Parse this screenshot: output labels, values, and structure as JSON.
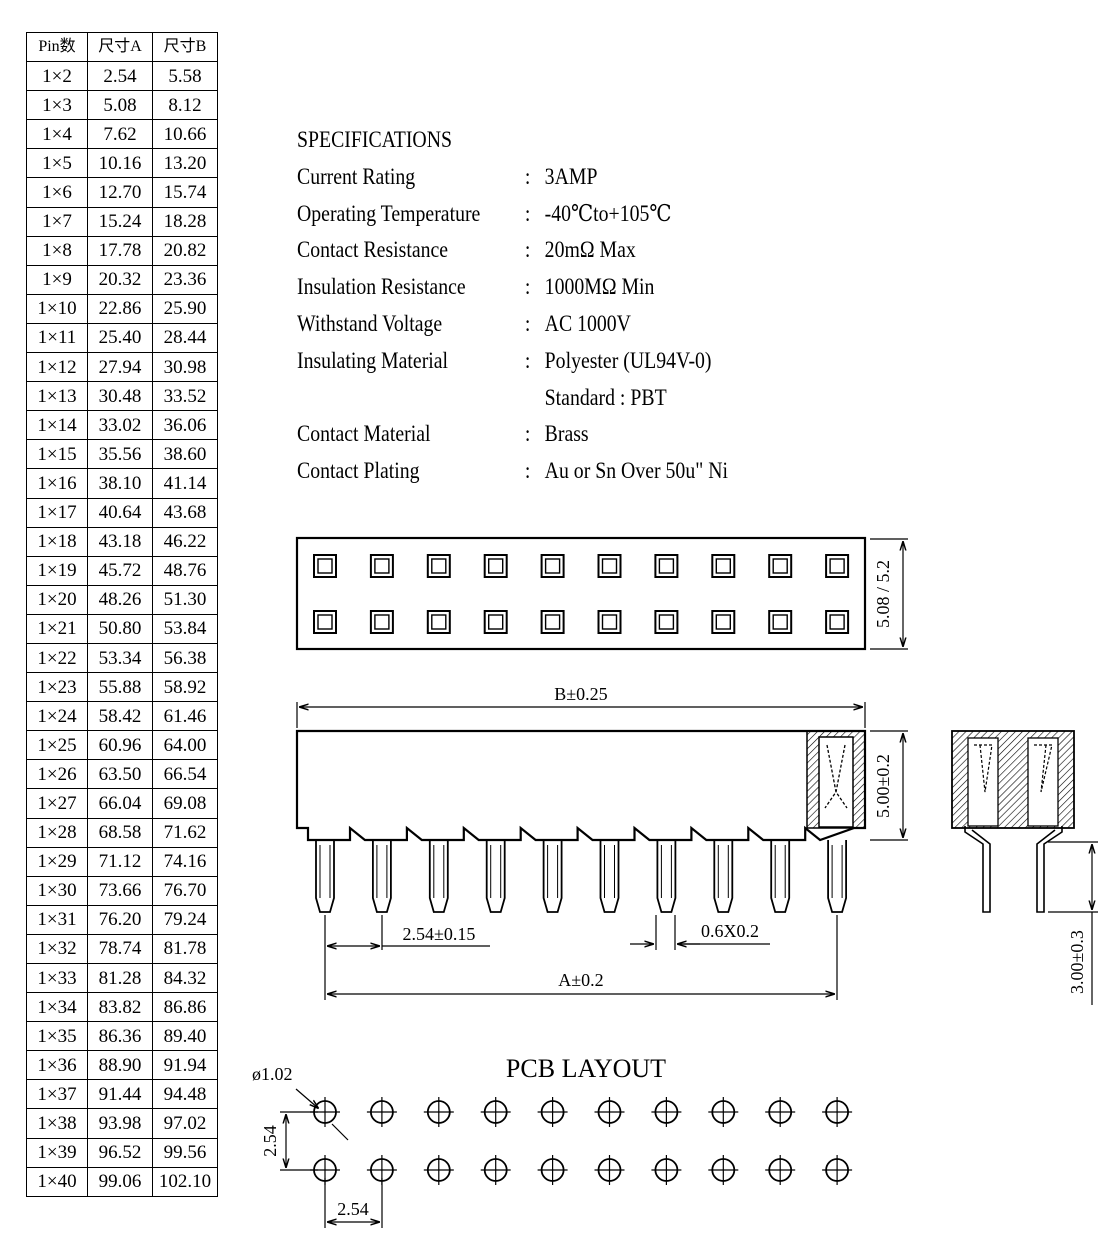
{
  "table": {
    "headers": [
      "Pin数",
      "尺寸A",
      "尺寸B"
    ],
    "rows": [
      [
        "1×2",
        "2.54",
        "5.58"
      ],
      [
        "1×3",
        "5.08",
        "8.12"
      ],
      [
        "1×4",
        "7.62",
        "10.66"
      ],
      [
        "1×5",
        "10.16",
        "13.20"
      ],
      [
        "1×6",
        "12.70",
        "15.74"
      ],
      [
        "1×7",
        "15.24",
        "18.28"
      ],
      [
        "1×8",
        "17.78",
        "20.82"
      ],
      [
        "1×9",
        "20.32",
        "23.36"
      ],
      [
        "1×10",
        "22.86",
        "25.90"
      ],
      [
        "1×11",
        "25.40",
        "28.44"
      ],
      [
        "1×12",
        "27.94",
        "30.98"
      ],
      [
        "1×13",
        "30.48",
        "33.52"
      ],
      [
        "1×14",
        "33.02",
        "36.06"
      ],
      [
        "1×15",
        "35.56",
        "38.60"
      ],
      [
        "1×16",
        "38.10",
        "41.14"
      ],
      [
        "1×17",
        "40.64",
        "43.68"
      ],
      [
        "1×18",
        "43.18",
        "46.22"
      ],
      [
        "1×19",
        "45.72",
        "48.76"
      ],
      [
        "1×20",
        "48.26",
        "51.30"
      ],
      [
        "1×21",
        "50.80",
        "53.84"
      ],
      [
        "1×22",
        "53.34",
        "56.38"
      ],
      [
        "1×23",
        "55.88",
        "58.92"
      ],
      [
        "1×24",
        "58.42",
        "61.46"
      ],
      [
        "1×25",
        "60.96",
        "64.00"
      ],
      [
        "1×26",
        "63.50",
        "66.54"
      ],
      [
        "1×27",
        "66.04",
        "69.08"
      ],
      [
        "1×28",
        "68.58",
        "71.62"
      ],
      [
        "1×29",
        "71.12",
        "74.16"
      ],
      [
        "1×30",
        "73.66",
        "76.70"
      ],
      [
        "1×31",
        "76.20",
        "79.24"
      ],
      [
        "1×32",
        "78.74",
        "81.78"
      ],
      [
        "1×33",
        "81.28",
        "84.32"
      ],
      [
        "1×34",
        "83.82",
        "86.86"
      ],
      [
        "1×35",
        "86.36",
        "89.40"
      ],
      [
        "1×36",
        "88.90",
        "91.94"
      ],
      [
        "1×37",
        "91.44",
        "94.48"
      ],
      [
        "1×38",
        "93.98",
        "97.02"
      ],
      [
        "1×39",
        "96.52",
        "99.56"
      ],
      [
        "1×40",
        "99.06",
        "102.10"
      ]
    ]
  },
  "specs": {
    "title": "SPECIFICATIONS",
    "items": [
      {
        "label": "Current Rating",
        "value": "3AMP"
      },
      {
        "label": "Operating Temperature",
        "value": "-40℃to+105℃"
      },
      {
        "label": "Contact Resistance",
        "value": "20mΩ Max"
      },
      {
        "label": "Insulation Resistance",
        "value": "1000MΩ Min"
      },
      {
        "label": "Withstand Voltage",
        "value": "AC 1000V"
      },
      {
        "label": "Insulating Material",
        "value": "Polyester (UL94V-0)"
      },
      {
        "label": "",
        "value": "Standard : PBT"
      },
      {
        "label": "Contact Material",
        "value": "Brass"
      },
      {
        "label": "Contact Plating",
        "value": "Au or Sn Over 50u\" Ni"
      }
    ]
  },
  "drawing": {
    "top_height_label": "5.08 / 5.2",
    "overall_length_label": "B±0.25",
    "body_height_label": "5.00±0.2",
    "pitch_label": "2.54±0.15",
    "pin_size_label": "0.6X0.2",
    "pin_span_label": "A±0.2",
    "tail_label": "3.00±0.3"
  },
  "pcb": {
    "title": "PCB LAYOUT",
    "hole_label": "ø1.02",
    "row_pitch_label": "2.54",
    "col_pitch_label": "2.54"
  }
}
